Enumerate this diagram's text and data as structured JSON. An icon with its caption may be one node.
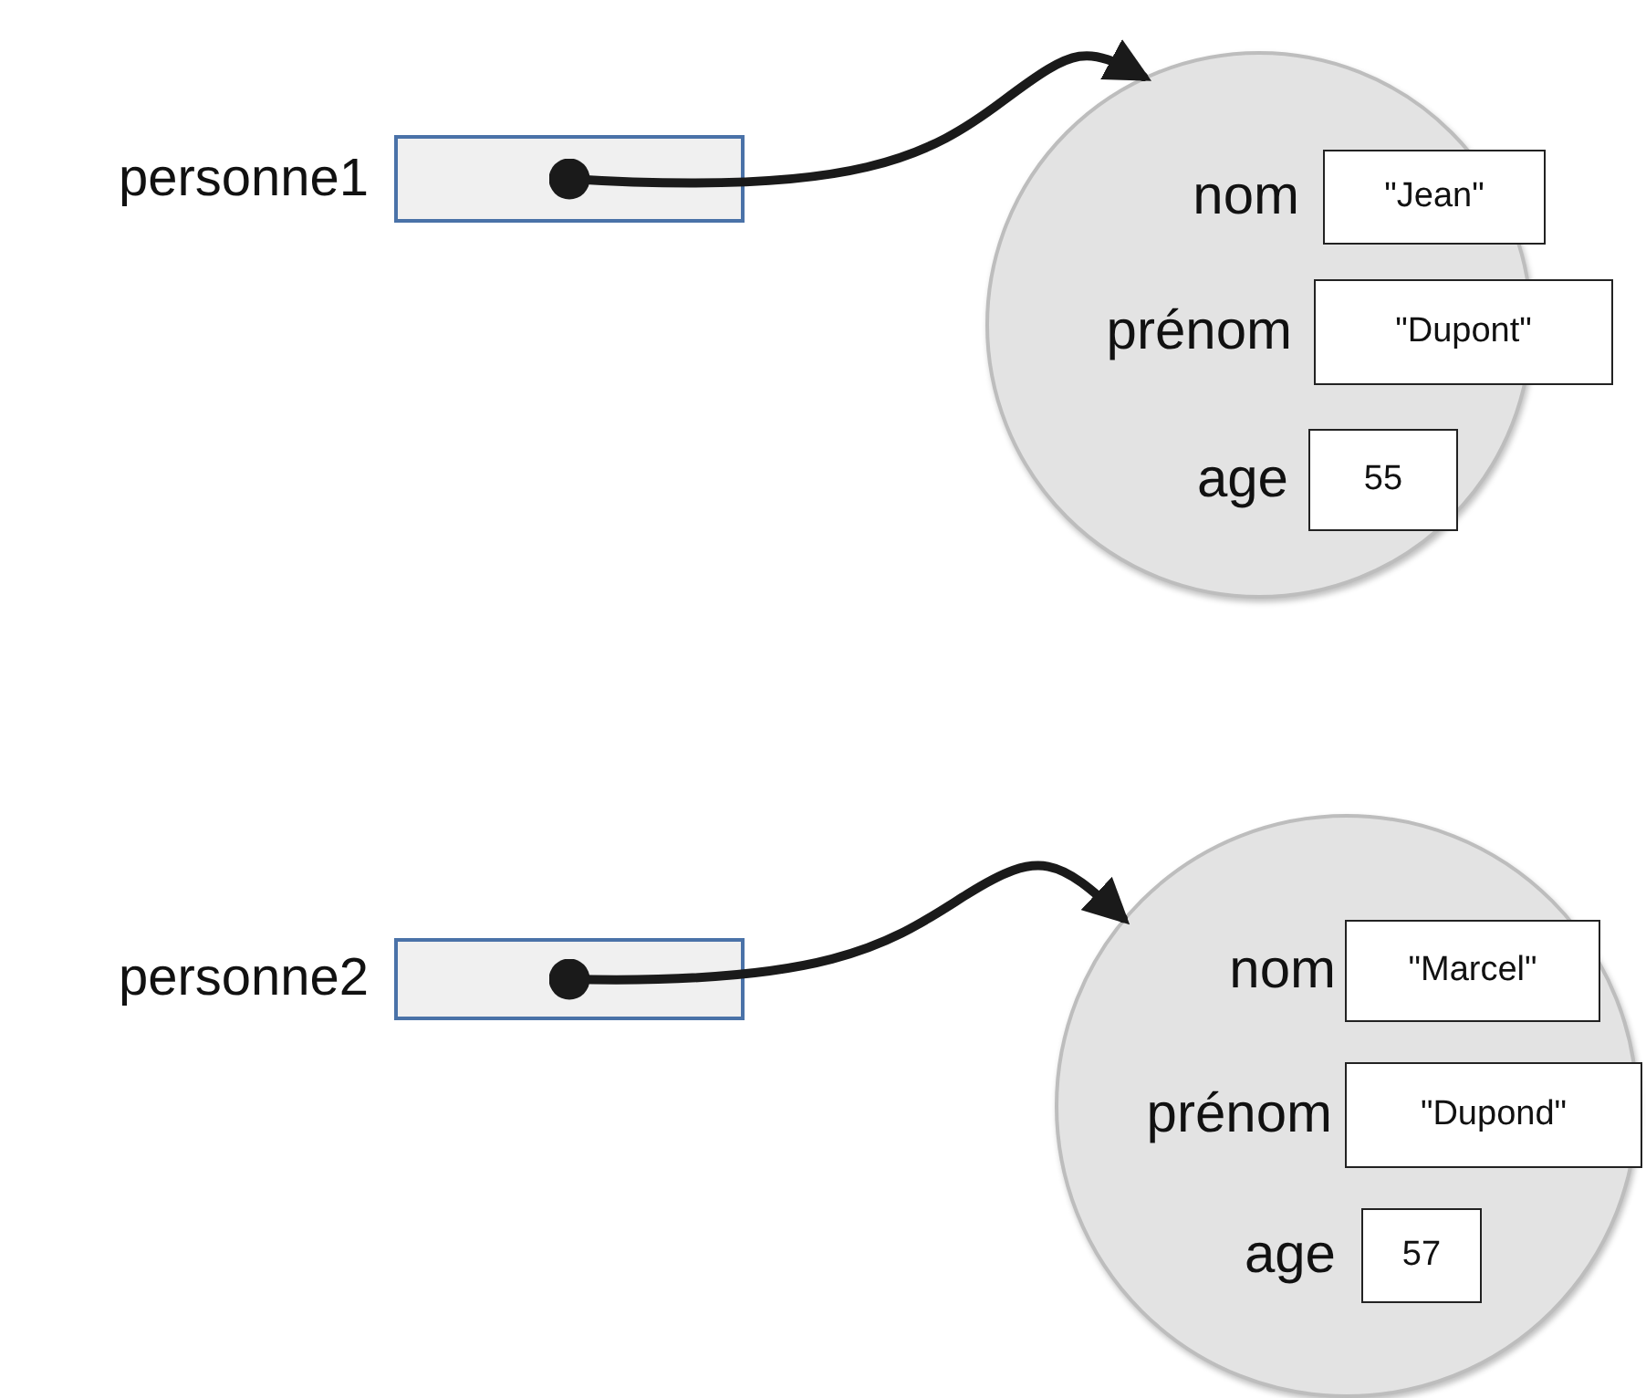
{
  "diagram": {
    "nodes": [
      {
        "text": [
          "personne1"
        ]
      },
      {
        "text": [],
        "shape": "circle"
      },
      {
        "text": [
          "\"Jean\""
        ],
        "in": 1,
        "beside": [
          "nom"
        ]
      },
      {
        "text": [
          "\"Dupont\""
        ],
        "beside": [
          "prénom"
        ]
      },
      {
        "text": [
          "55"
        ],
        "in": 1,
        "beside": [
          "age"
        ]
      },
      {
        "text": [
          "personne2"
        ]
      },
      {
        "text": [],
        "shape": "circle"
      },
      {
        "text": [
          "\"Marcel\""
        ],
        "in": 6,
        "beside": [
          "nom"
        ]
      },
      {
        "text": [
          "\"Dupond\""
        ],
        "in": 6,
        "beside": [
          "prénom"
        ]
      },
      {
        "text": [
          "57"
        ],
        "in": 6,
        "beside": [
          "age"
        ]
      }
    ],
    "edges": [
      {
        "from": 0,
        "to": 1,
        "arrow": "to"
      },
      {
        "from": 5,
        "to": 6,
        "arrow": "to"
      }
    ]
  }
}
